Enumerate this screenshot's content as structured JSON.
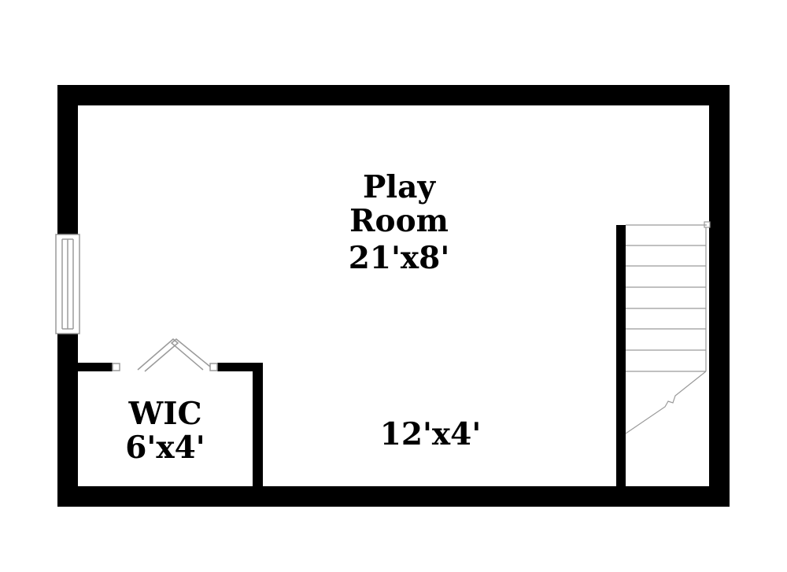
{
  "colors": {
    "wall": "#000000",
    "background": "#ffffff",
    "fixture_line": "#9a9a9a"
  },
  "rooms": {
    "play_room": {
      "name_line1": "Play",
      "name_line2": "Room",
      "dimensions": "21'x8'"
    },
    "wic": {
      "name": "WIC",
      "dimensions": "6'x4'"
    },
    "lower_area": {
      "dimensions": "12'x4'"
    }
  },
  "fixtures": {
    "stairs": {
      "step_count": 7
    },
    "window": "window-icon",
    "wic_door": "bifold-door-icon"
  }
}
